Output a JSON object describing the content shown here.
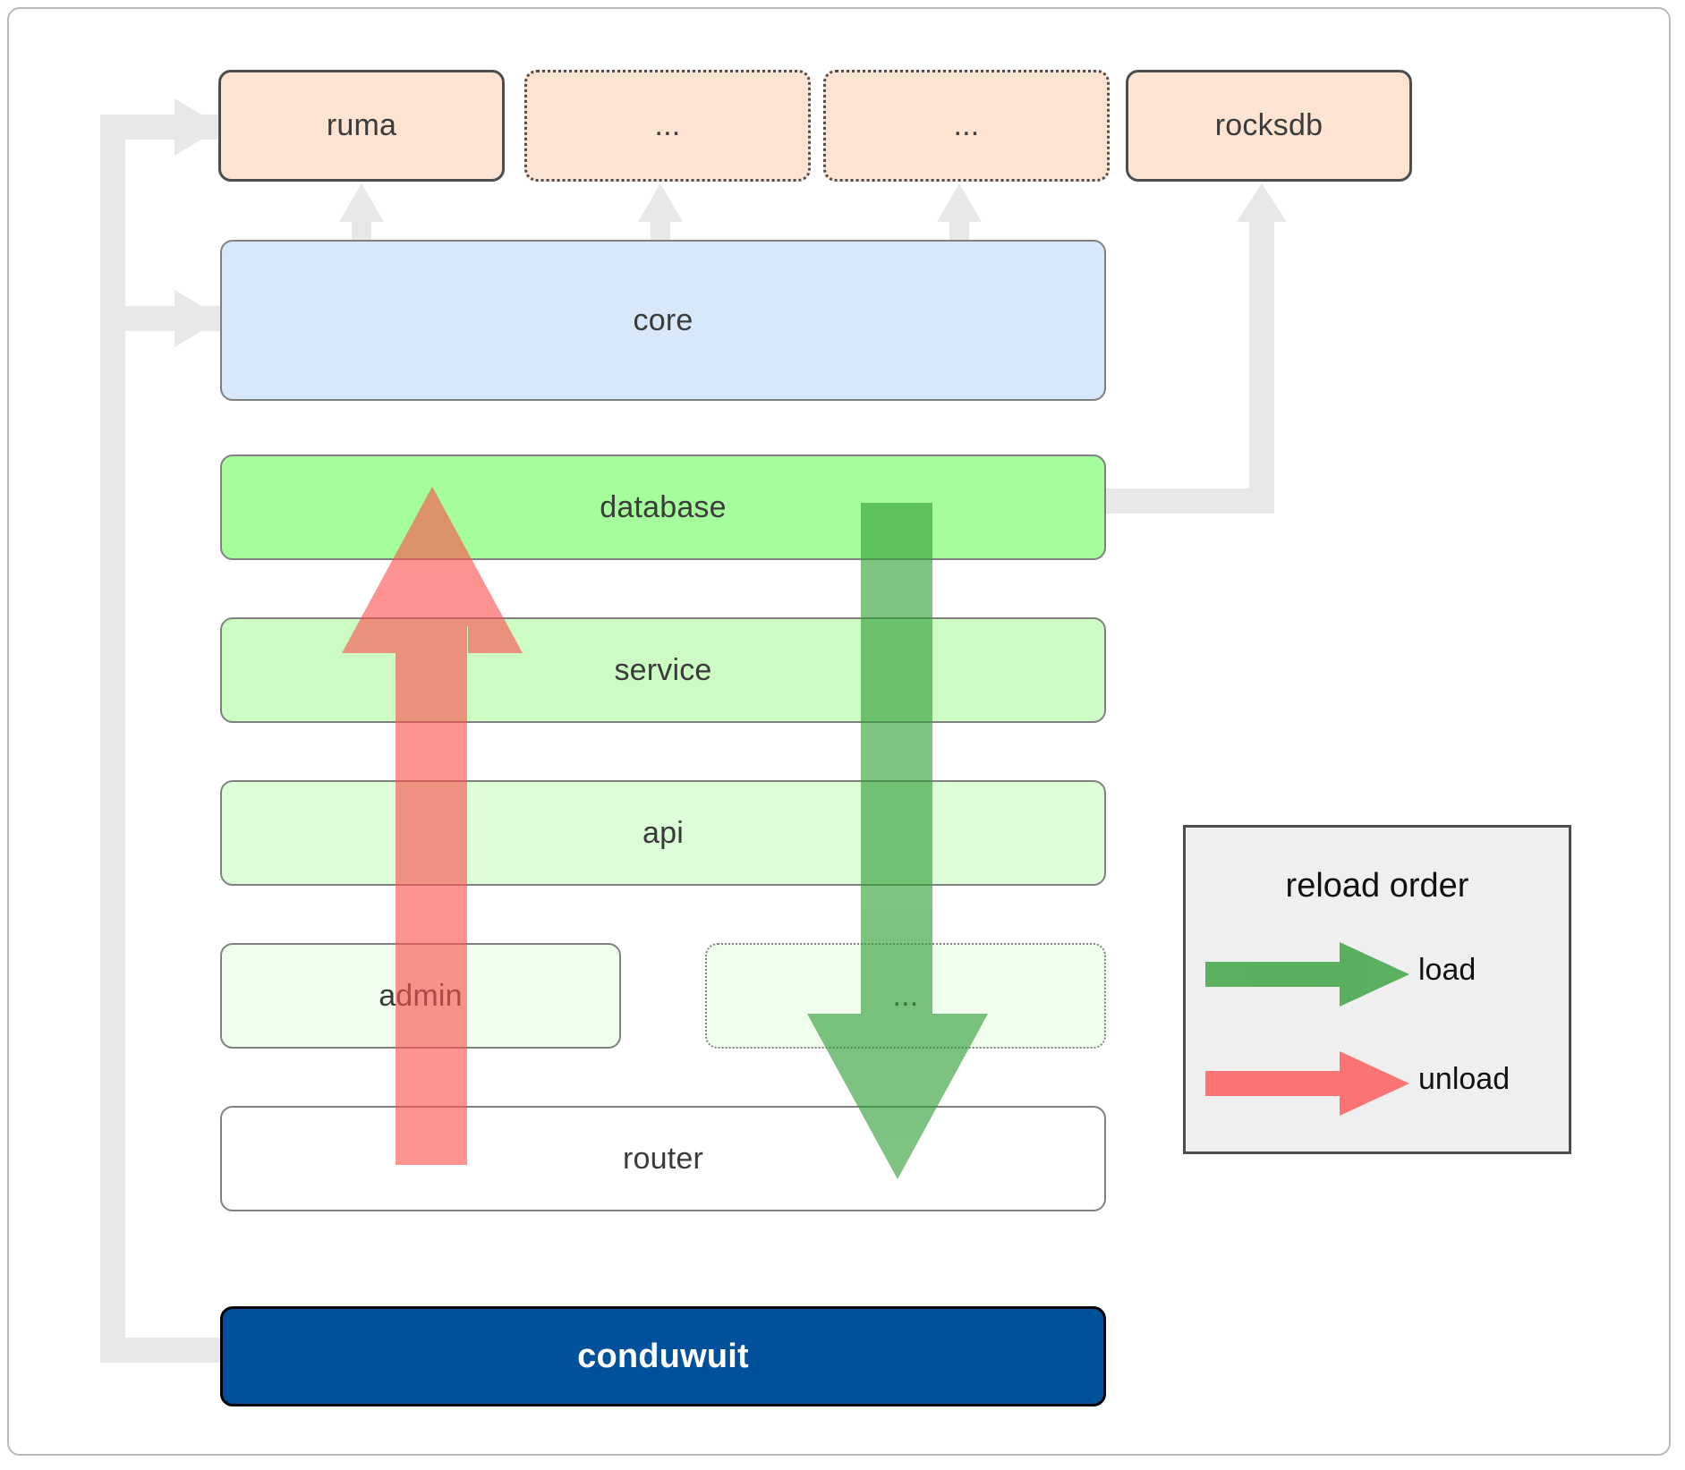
{
  "diagram": {
    "title": "conduwuit crate layering / reload order",
    "dependencies": [
      {
        "label": "ruma",
        "style": "solid"
      },
      {
        "label": "...",
        "style": "dotted"
      },
      {
        "label": "...",
        "style": "dotted"
      },
      {
        "label": "rocksdb",
        "style": "solid"
      }
    ],
    "layers": [
      {
        "label": "core",
        "style": "solid"
      },
      {
        "label": "database",
        "style": "solid"
      },
      {
        "label": "service",
        "style": "solid"
      },
      {
        "label": "api",
        "style": "solid"
      },
      {
        "label": "admin",
        "style": "solid"
      },
      {
        "label": "...",
        "style": "dotted"
      },
      {
        "label": "router",
        "style": "solid"
      }
    ],
    "binary": {
      "label": "conduwuit"
    },
    "legend": {
      "title": "reload order",
      "items": [
        {
          "label": "load",
          "color": "#64b267",
          "direction": "down"
        },
        {
          "label": "unload",
          "color": "#fb8a87",
          "direction": "up"
        }
      ]
    },
    "colors": {
      "dependency_fill": "#fde3d1",
      "dependency_stroke": "#4d4d4d",
      "core_fill": "#d7e8fb",
      "database_fill": "#a5fd9b",
      "service_fill": "#ccfcc4",
      "api_fill": "#ddfcd8",
      "admin_fill": "#eefdec",
      "router_fill": "#ffffff",
      "binary_fill": "#01509b",
      "load_arrow": "#64b267",
      "unload_arrow": "#fb8a87",
      "connector": "#e8e8e8",
      "legend_fill": "#efefef"
    }
  }
}
